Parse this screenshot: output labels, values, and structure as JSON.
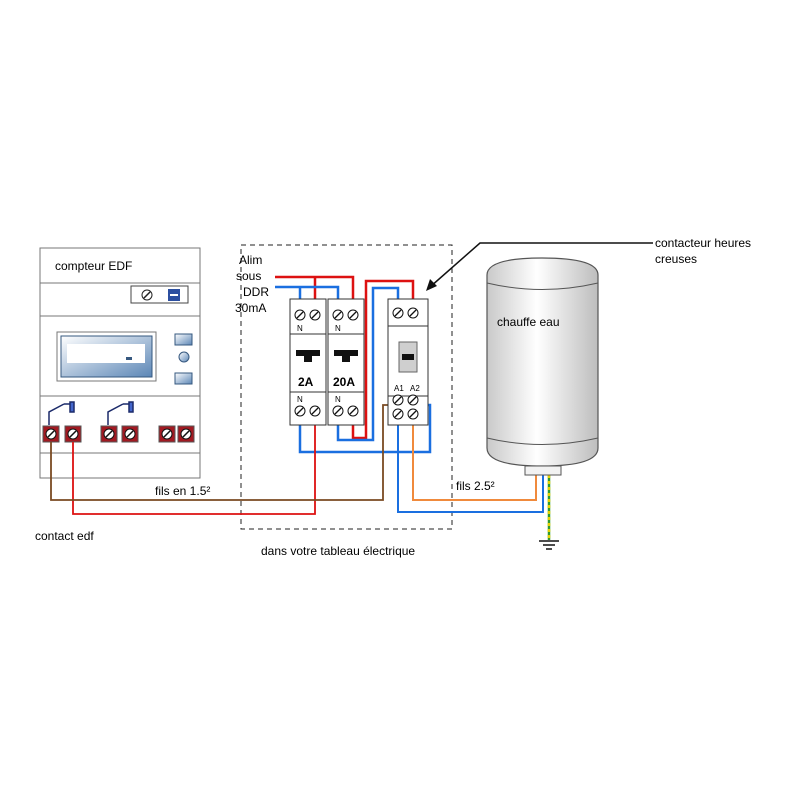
{
  "labels": {
    "meter_title": "compteur  EDF",
    "alim_line1": "Alim",
    "alim_line2": "sous",
    "alim_line3": "DDR",
    "alim_line4": "30mA",
    "contactor_line1": "contacteur heures",
    "contactor_line2": "creuses",
    "heater": "chauffe eau",
    "wires_small": "fils en 1.5²",
    "wires_large": "fils 2.5²",
    "contact_edf": "contact edf",
    "panel": "dans votre tableau électrique"
  },
  "breakers": [
    {
      "rating": "2A",
      "neutral": "N"
    },
    {
      "rating": "20A",
      "neutral": "N"
    }
  ],
  "contactor_terminals": {
    "a1": "A1",
    "a2": "A2"
  },
  "wire_colors": {
    "phase": "#dd1111",
    "neutral": "#1a6fe0",
    "control": "#7a4a22",
    "heater": "#f08a3c",
    "earth_green": "#2f9a2f",
    "earth_yellow": "#e6d200"
  }
}
